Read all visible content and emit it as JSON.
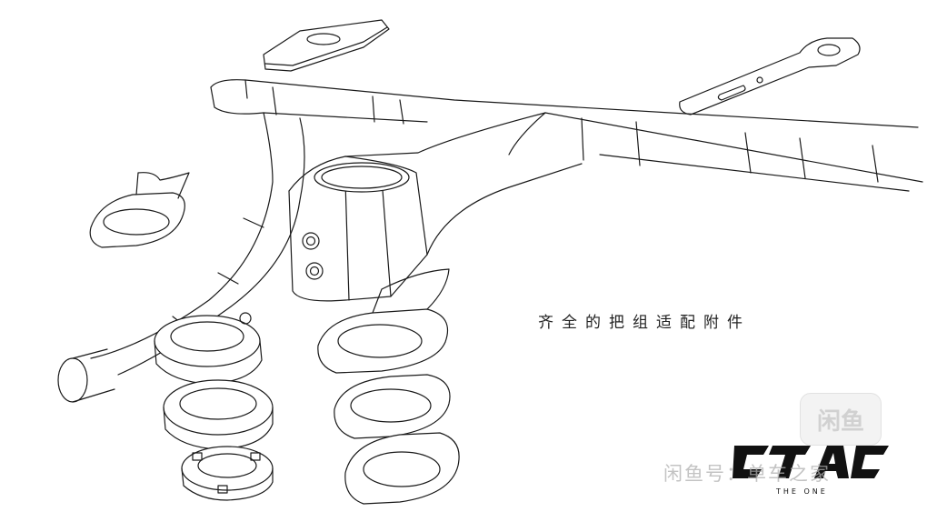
{
  "caption": "齐全的把组适配附件",
  "watermark": {
    "app_badge": "闲鱼",
    "text": "闲鱼号：单车之家"
  },
  "brand": {
    "logo_text": "CTAC",
    "tagline": "THE ONE"
  },
  "colors": {
    "background": "#ffffff",
    "line": "#1a1a1a",
    "logo": "#111111",
    "watermark": "#b4b4b4"
  }
}
